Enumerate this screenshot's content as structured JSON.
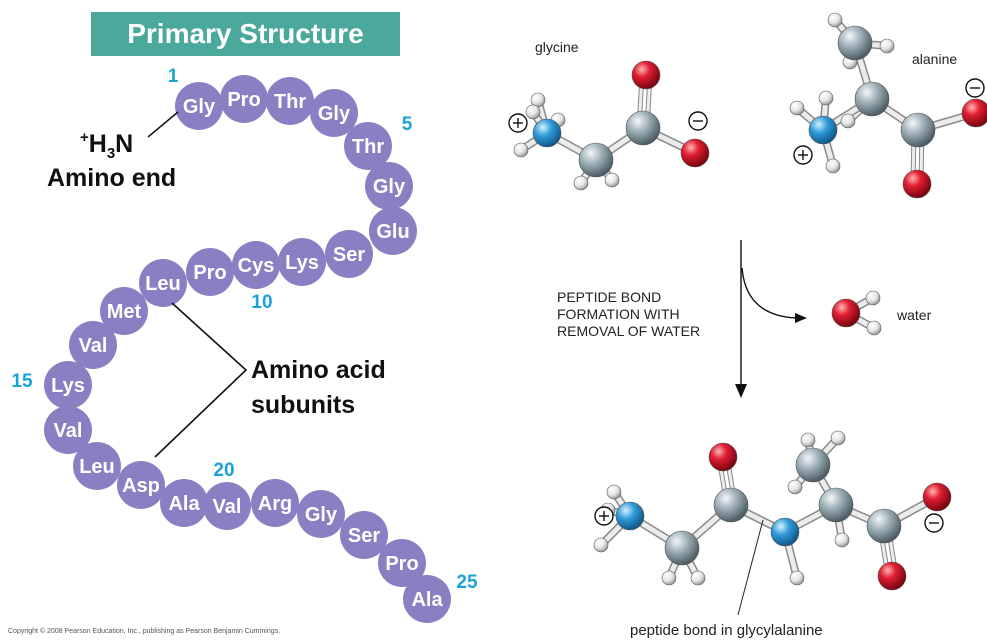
{
  "title": "Primary Structure",
  "amino_terminus": {
    "prefix": "+",
    "h": "H",
    "sub": "3",
    "n": "N"
  },
  "amino_end_label": "Amino end",
  "subunits_label_line1": "Amino acid",
  "subunits_label_line2": "subunits",
  "chain": [
    "Gly",
    "Pro",
    "Thr",
    "Gly",
    "Thr",
    "Gly",
    "Glu",
    "Ser",
    "Lys",
    "Cys",
    "Pro",
    "Leu",
    "Met",
    "Val",
    "Lys",
    "Val",
    "Leu",
    "Asp",
    "Ala",
    "Val",
    "Arg",
    "Gly",
    "Ser",
    "Pro",
    "Ala"
  ],
  "position_numbers": [
    "1",
    "5",
    "10",
    "15",
    "20",
    "25"
  ],
  "molecules": {
    "glycine": "glycine",
    "alanine": "alanine",
    "water": "water"
  },
  "reaction_label": [
    "PEPTIDE BOND",
    "FORMATION WITH",
    "REMOVAL OF WATER"
  ],
  "product_label": "peptide bond in glycylalanine",
  "copyright": "Copyright © 2008 Pearson Education, Inc., publishing as Pearson Benjamin Cummings.",
  "colors": {
    "title_bg": "#4aa99a",
    "bead": "#8b7fc4",
    "bead_text": "#ffffff",
    "number": "#1aa3d9",
    "carbon": "#8e9ea6",
    "oxygen": "#d2162a",
    "nitrogen": "#2a93d5",
    "hydrogen": "#e6e6e6"
  }
}
